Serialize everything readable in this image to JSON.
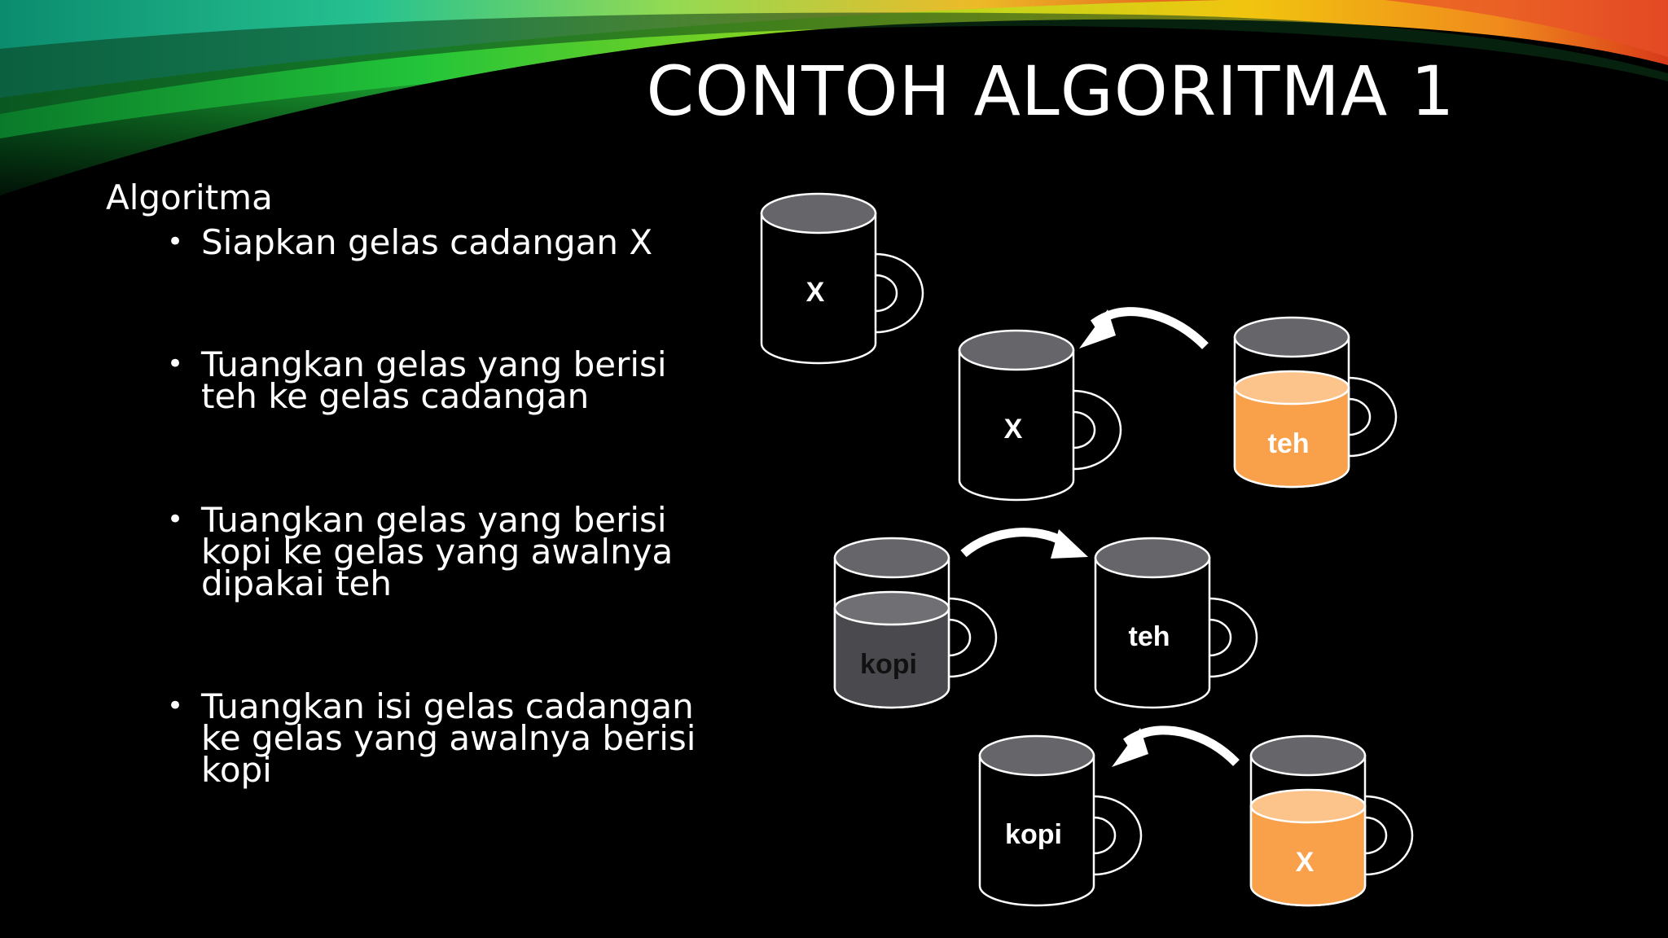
{
  "title": "CONTOH ALGORITMA 1",
  "heading": "Algoritma",
  "steps": [
    "Siapkan gelas cadangan X",
    "Tuangkan gelas yang berisi teh ke gelas cadangan",
    "Tuangkan gelas yang berisi kopi ke gelas yang awalnya dipakai teh",
    "Tuangkan isi gelas cadangan ke gelas yang awalnya berisi kopi"
  ],
  "mugs": [
    {
      "id": "mug-x-initial",
      "label": "X",
      "fill": "empty"
    },
    {
      "id": "mug-x-step2",
      "label": "X",
      "fill": "empty"
    },
    {
      "id": "mug-teh-step2",
      "label": "teh",
      "fill": "tea"
    },
    {
      "id": "mug-kopi-step3",
      "label": "kopi",
      "fill": "coffee"
    },
    {
      "id": "mug-teh-step3",
      "label": "teh",
      "fill": "empty"
    },
    {
      "id": "mug-kopi-step4",
      "label": "kopi",
      "fill": "empty"
    },
    {
      "id": "mug-x-step4",
      "label": "X",
      "fill": "tea"
    }
  ],
  "colors": {
    "tea": "#f9a04a",
    "tea_top": "#fcc48a",
    "coffee": "#4a4a4e",
    "coffee_top": "#707074",
    "mug_rim": "#66666a"
  }
}
